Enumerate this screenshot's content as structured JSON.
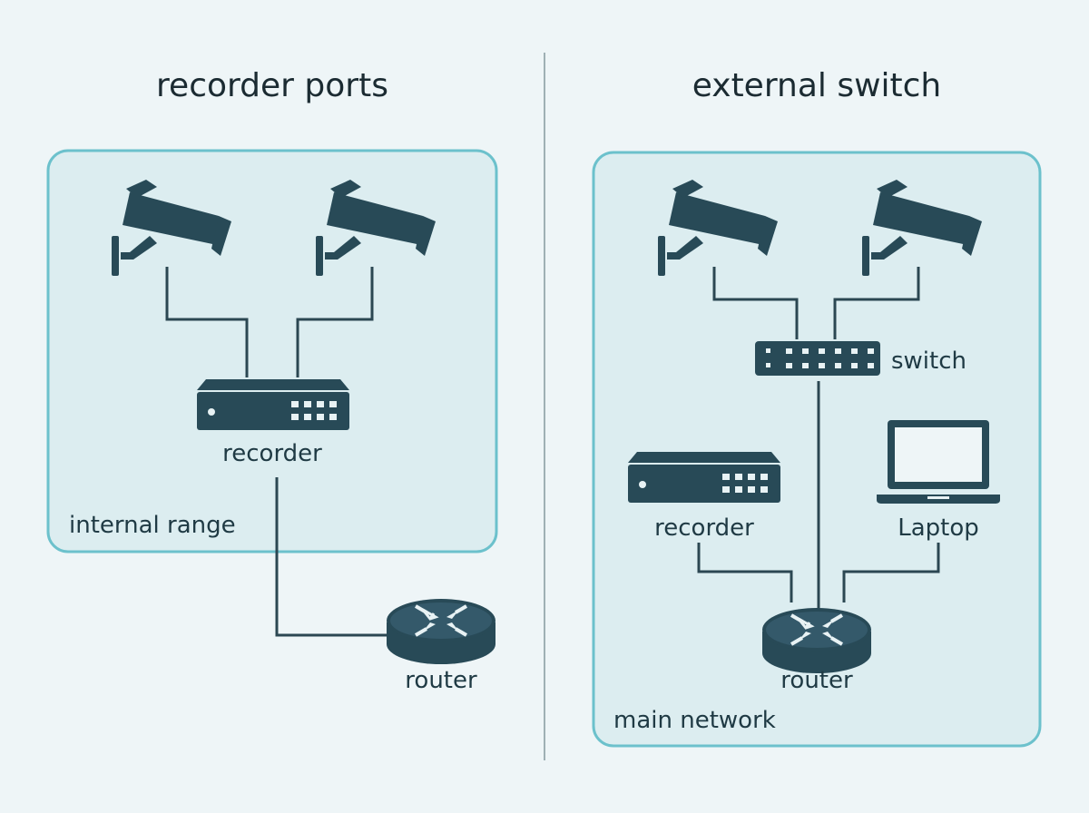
{
  "left_panel": {
    "title": "recorder ports",
    "zone_label": "internal range",
    "recorder_label": "recorder",
    "router_label": "router"
  },
  "right_panel": {
    "title": "external switch",
    "zone_label": "main network",
    "switch_label": "switch",
    "recorder_label": "recorder",
    "laptop_label": "Laptop",
    "router_label": "router"
  },
  "colors": {
    "background": "#eef5f7",
    "zone_fill": "#dcedf0",
    "zone_border": "#6cc1cc",
    "device": "#284a57",
    "wire": "#2b4752"
  },
  "icons": [
    "security-camera-icon",
    "recorder-icon",
    "router-icon",
    "network-switch-icon",
    "laptop-icon"
  ]
}
